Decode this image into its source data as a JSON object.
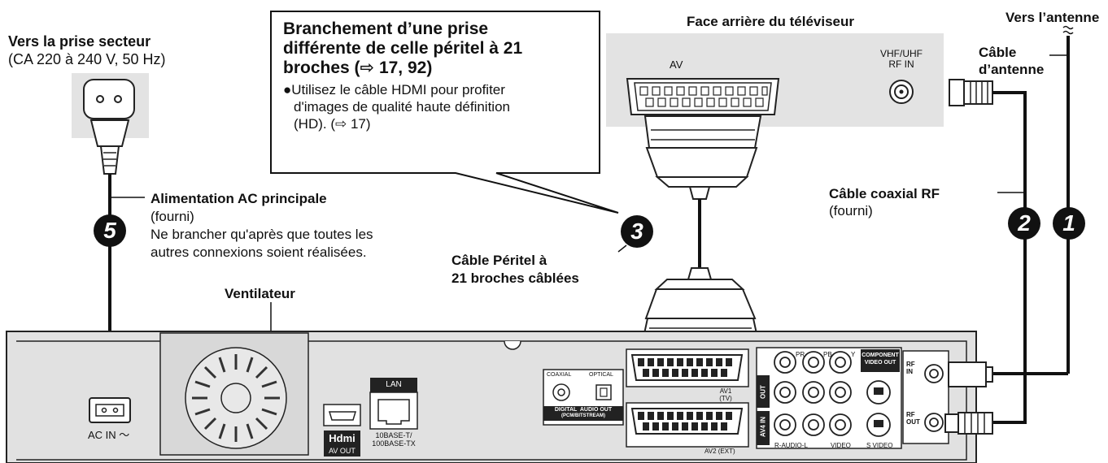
{
  "mains": {
    "title": "Vers la prise secteur",
    "spec": "(CA 220 à 240 V, 50 Hz)"
  },
  "callout": {
    "title_line1": "Branchement d’une prise",
    "title_line2": "différente de celle péritel à 21",
    "title_line3": "broches (⇨ 17, 92)",
    "bullet_line1": "●Utilisez le câble HDMI pour profiter",
    "bullet_line2": "d'images de qualité haute définition",
    "bullet_line3": "(HD). (⇨ 17)"
  },
  "tv": {
    "title": "Face arrière du téléviseur",
    "av_label": "AV",
    "rf_label_line1": "VHF/UHF",
    "rf_label_line2": "RF IN"
  },
  "antenna": {
    "title": "Vers l’antenne",
    "cable_line1": "Câble",
    "cable_line2": "d’antenne"
  },
  "power": {
    "step": "5",
    "title": "Alimentation AC principale",
    "supplied": "(fourni)",
    "note_line1": "Ne brancher qu'après que toutes les",
    "note_line2": "autres connexions soient réalisées."
  },
  "coax": {
    "title": "Câble coaxial RF",
    "supplied": "(fourni)",
    "step_rf": "2",
    "step_antenna": "1"
  },
  "scart": {
    "step": "3",
    "label_line1": "Câble Péritel à",
    "label_line2": "21 broches câblées"
  },
  "fan": {
    "label": "Ventilateur"
  },
  "panel": {
    "ac_in": "AC IN ～",
    "hdmi_logo": "Hdmi",
    "av_out": "AV OUT",
    "lan": "LAN",
    "lan_sub_line1": "10BASE-T/",
    "lan_sub_line2": "100BASE-TX",
    "coaxial": "COAXIAL",
    "optical": "OPTICAL",
    "digital_audio_out": "DIGITAL  AUDIO OUT",
    "pcm_bitstream": "(PCM/BITSTREAM)",
    "av1": "AV1",
    "av1_tv": "(TV)",
    "av2_ext": "AV2 (EXT)",
    "pr": "PR",
    "pb": "PB",
    "y": "Y",
    "component_line1": "COMPONENT",
    "component_line2": "VIDEO OUT",
    "out": "OUT",
    "av4_in": "AV4 IN",
    "r_audio_l": "R-AUDIO-L",
    "video": "VIDEO",
    "s_video": "S VIDEO",
    "rf_in_line1": "RF",
    "rf_in_line2": "IN",
    "rf_out_line1": "RF",
    "rf_out_line2": "OUT"
  }
}
